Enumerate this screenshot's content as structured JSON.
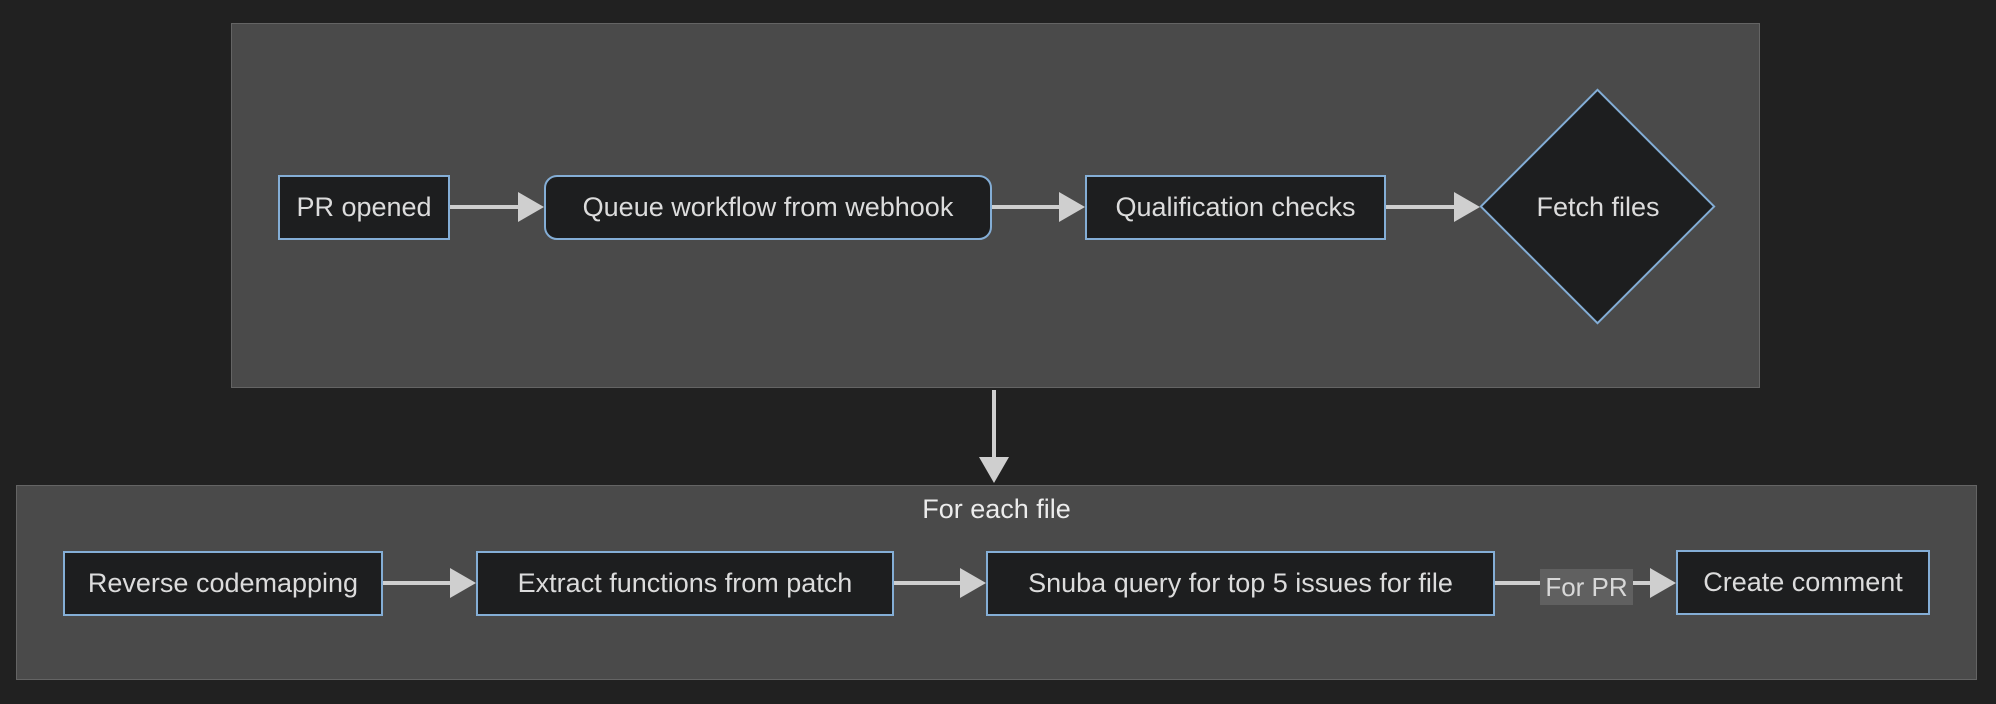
{
  "diagram": {
    "type": "flowchart",
    "stage_one": {
      "nodes": {
        "pr_opened": "PR opened",
        "queue_workflow": "Queue workflow from webhook",
        "qualification_checks": "Qualification checks",
        "fetch_files": "Fetch files"
      }
    },
    "for_each_file": {
      "title": "For each file",
      "nodes": {
        "reverse_codemapping": "Reverse codemapping",
        "extract_functions": "Extract functions from patch",
        "snuba_query": "Snuba query for top 5 issues for file",
        "create_comment": "Create comment"
      },
      "edge_labels": {
        "for_pr": "For PR"
      }
    },
    "colors": {
      "canvas_bg": "#212121",
      "cluster_bg": "#4a4a4a",
      "cluster_border": "#646464",
      "node_bg": "#1d1e1f",
      "node_border": "#84aed6",
      "node_text": "#dcdcdc",
      "arrow": "#cfcfcf",
      "edge_label_bg": "#606060",
      "cluster_title_text": "#ececec"
    }
  }
}
